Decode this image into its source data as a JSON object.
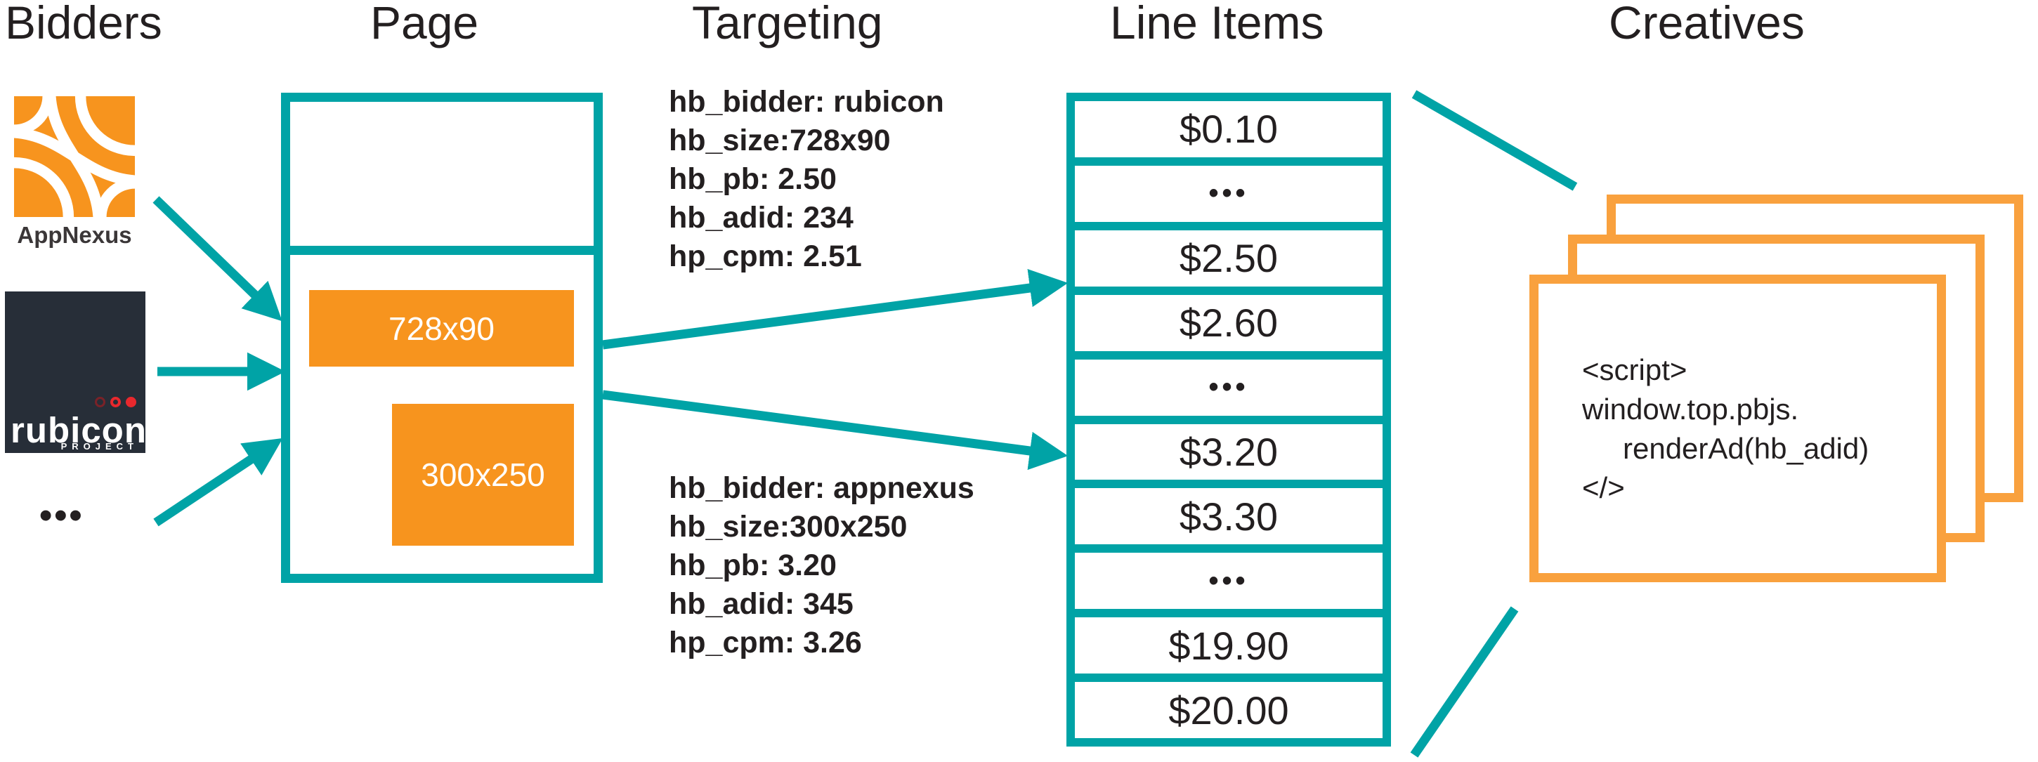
{
  "colors": {
    "teal": "#00A3A6",
    "orange": "#F7941E",
    "card_border": "#F9A13E",
    "text_dark": "#231F20",
    "rubicon_bg": "#272E38",
    "rubicon_red": "#E8282D"
  },
  "headers": {
    "bidders": "Bidders",
    "page": "Page",
    "targeting": "Targeting",
    "line_items": "Line Items",
    "creatives": "Creatives"
  },
  "bidders": {
    "appnexus_label": "AppNexus",
    "rubicon_label": "rubicon",
    "rubicon_reg": "®",
    "rubicon_sub": "PROJECT",
    "ellipsis": "•••"
  },
  "page": {
    "slot1_label": "728x90",
    "slot2_label": "300x250"
  },
  "targeting": {
    "block1_lines": [
      "hb_bidder: rubicon",
      "hb_size:728x90",
      "hb_pb: 2.50",
      "hb_adid: 234",
      "hp_cpm: 2.51"
    ],
    "block2_lines": [
      "hb_bidder: appnexus",
      "hb_size:300x250",
      "hb_pb: 3.20",
      "hb_adid: 345",
      "hp_cpm: 3.26"
    ]
  },
  "line_items": {
    "rows": [
      "$0.10",
      "•••",
      "$2.50",
      "$2.60",
      "•••",
      "$3.20",
      "$3.30",
      "•••",
      "$19.90",
      "$20.00"
    ]
  },
  "creatives": {
    "code_lines": [
      "<script>",
      "window.top.pbjs.",
      "renderAd(hb_adid)",
      "</>"
    ]
  }
}
